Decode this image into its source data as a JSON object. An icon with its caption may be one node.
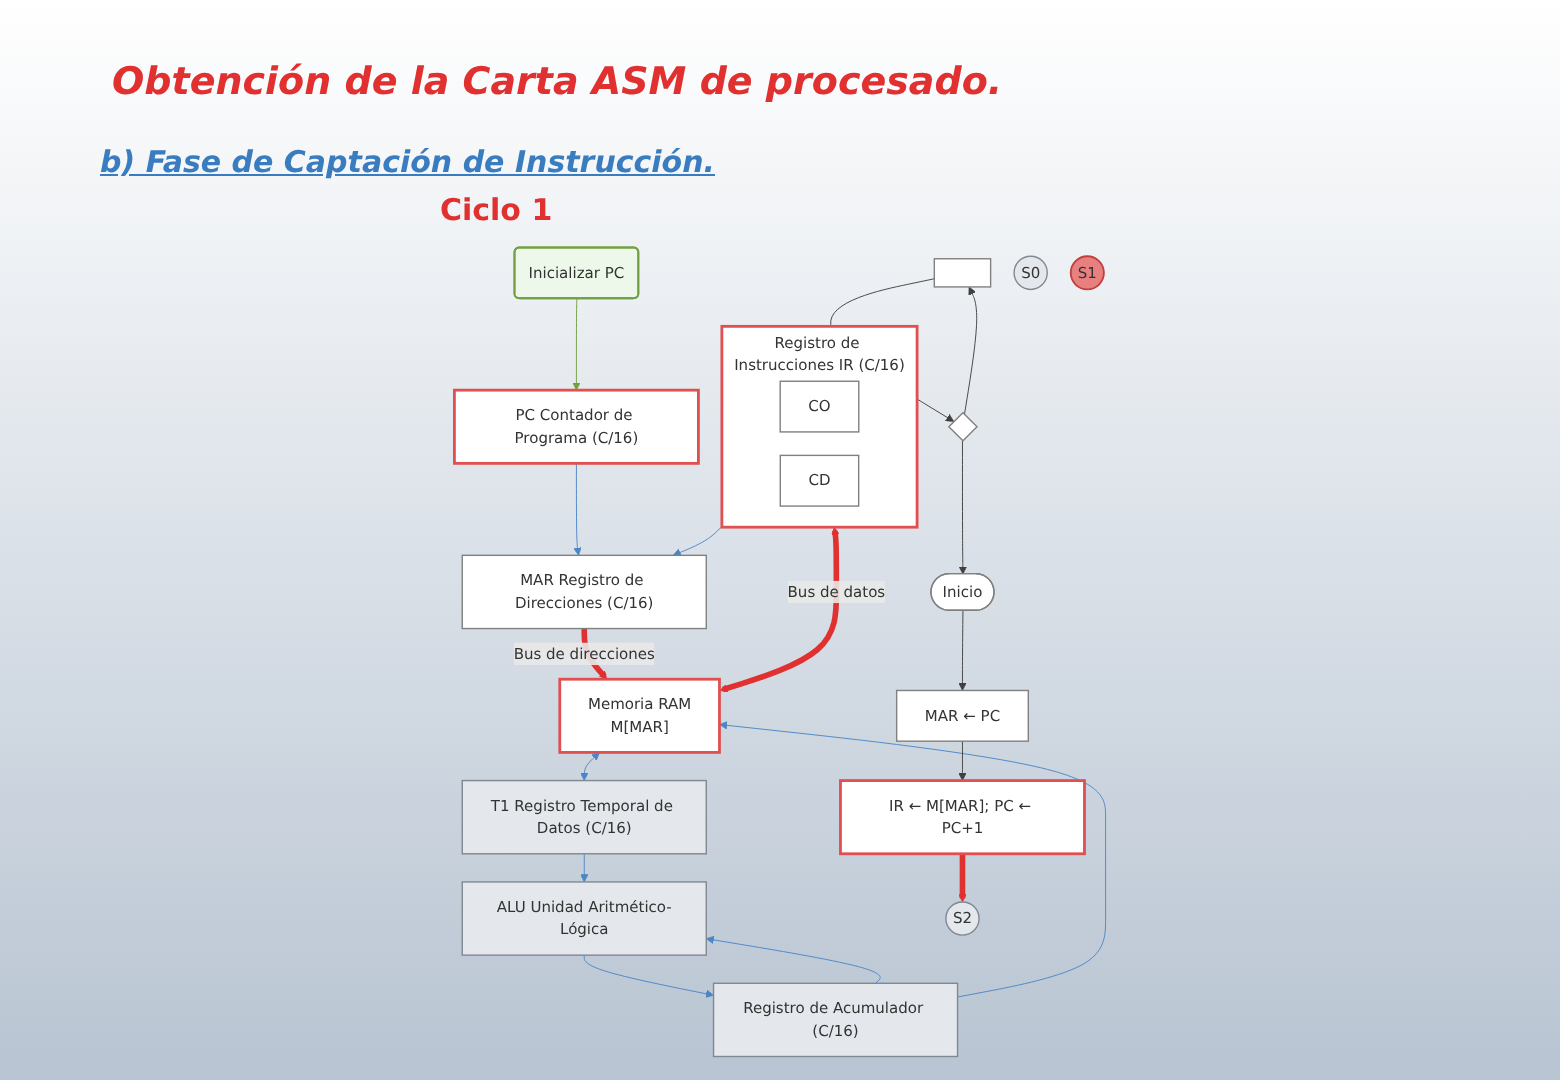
{
  "diagram": {
    "title": "Obtención de la Carta ASM de procesado.",
    "nodes": [
      {
        "text": [
          "Inicializar PC"
        ]
      },
      {
        "text": [
          "PC Contador de Programa (C/16)"
        ]
      },
      {
        "text": [
          "MAR Registro de Direcciones (C/16)"
        ]
      },
      {
        "text": [
          "Memoria RAM",
          "M[MAR]"
        ]
      },
      {
        "text": [
          "Registro de Instrucciones IR (C/16)"
        ]
      },
      {
        "text": [
          "CO"
        ],
        "in": 4
      },
      {
        "text": [
          "CD"
        ],
        "in": 4
      },
      {
        "text": [
          "T1 Registro Temporal de Datos (C/16)"
        ]
      },
      {
        "text": [
          "ALU Unidad Aritmético-Lógica"
        ]
      },
      {
        "text": [
          "Registro de Acumulador (C/16)"
        ]
      },
      {
        "text": [],
        "shape": "box"
      },
      {
        "text": [],
        "shape": "diamond"
      },
      {
        "text": [
          "Inicio"
        ]
      },
      {
        "text": [
          "MAR ← PC"
        ]
      },
      {
        "text": [
          "S0"
        ]
      },
      {
        "text": [
          "IR ← M[MAR]; PC ← PC+1"
        ]
      },
      {
        "text": [
          "S1"
        ]
      },
      {
        "text": [
          "S2"
        ]
      }
    ],
    "edges": [
      {
        "from": 0,
        "to": 1,
        "arrow": "to",
        "color": "#70a040"
      },
      {
        "from": 1,
        "to": 2,
        "arrow": "to",
        "color": "#4a86c8"
      },
      {
        "from": 2,
        "to": 3,
        "arrow": "to",
        "style": "thick",
        "color": "#e03030",
        "label": "Bus de direcciones"
      },
      {
        "from": 3,
        "to": 4,
        "arrow": "both",
        "style": "thick",
        "color": "#e03030",
        "label": "Bus de datos"
      },
      {
        "from": 4,
        "to": 2,
        "arrow": "to",
        "color": "#4a86c8"
      },
      {
        "from": 3,
        "to": 7,
        "arrow": "both",
        "color": "#4a86c8"
      },
      {
        "from": 7,
        "to": 8,
        "arrow": "to",
        "color": "#4a86c8"
      },
      {
        "from": 8,
        "to": 9,
        "arrow": "to",
        "color": "#4a86c8"
      },
      {
        "from": 9,
        "to": 8,
        "arrow": "to",
        "color": "#4a86c8"
      },
      {
        "from": 9,
        "to": 3,
        "arrow": "to",
        "color": "#4a86c8"
      },
      {
        "from": 10,
        "to": 11,
        "arrow": "to",
        "color": "#404040"
      },
      {
        "from": 11,
        "to": 10,
        "arrow": "to",
        "color": "#404040"
      },
      {
        "from": 11,
        "to": 12,
        "arrow": "to",
        "color": "#404040"
      },
      {
        "from": 12,
        "to": 13,
        "arrow": "to",
        "color": "#404040"
      },
      {
        "from": 13,
        "to": 15,
        "arrow": "to",
        "color": "#404040"
      },
      {
        "from": 15,
        "to": 17,
        "arrow": "to",
        "style": "thick",
        "color": "#e03030"
      }
    ],
    "labels": [
      "b) Fase de Captación de Instrucción.",
      "Ciclo 1"
    ]
  }
}
